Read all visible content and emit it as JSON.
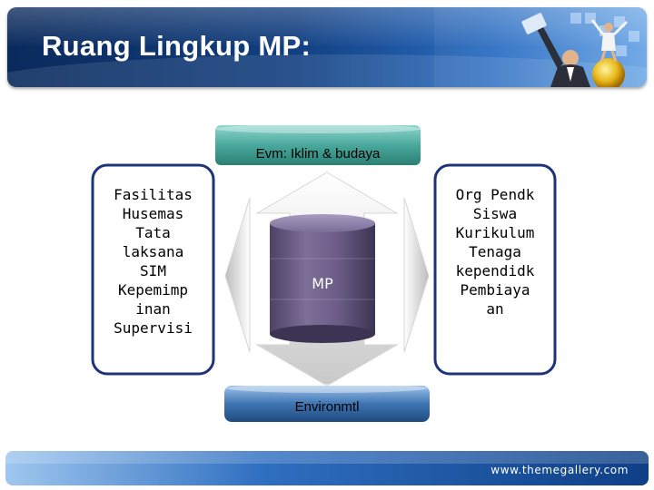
{
  "slide": {
    "title": "Ruang Lingkup MP:",
    "footer_url": "www.themegallery.com"
  },
  "diagram": {
    "top_bar": "Evm: Iklim & budaya",
    "bottom_bar": "Environmtl",
    "center": "MP",
    "left_box": [
      "Fasilitas",
      "Husemas",
      "Tata",
      "laksana",
      "SIM",
      "Kepemimp",
      "inan",
      "Supervisi"
    ],
    "right_box": [
      "Org Pendk",
      "Siswa",
      "Kurikulum",
      "Tenaga",
      "kependidk",
      "Pembiaya",
      "an"
    ]
  },
  "colors": {
    "header_dark": "#0a2a5c",
    "header_light": "#6aa6e6",
    "box_border": "#1f3478",
    "cylinder": "#6e6088",
    "top_bar": "#4aa89c",
    "bottom_bar": "#2f5f9a"
  }
}
